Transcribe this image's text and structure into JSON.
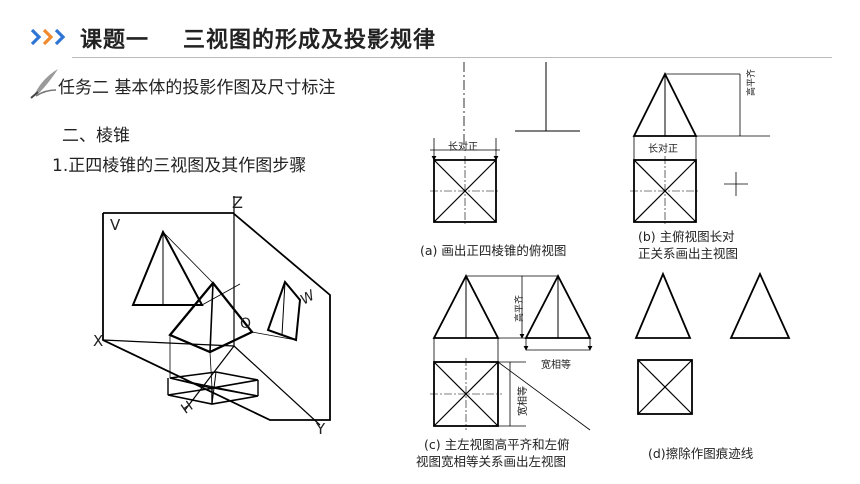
{
  "header": {
    "chevron_icon": "triple-chevron-icon",
    "lesson": "课题一",
    "title": "三视图的形成及投影规律",
    "accent": "#2e75d6"
  },
  "task": {
    "icon": "quill-pen-icon",
    "text": "任务二   基本体的投影作图及尺寸标注"
  },
  "section": "二、棱锥",
  "subsection": "1.正四棱锥的三视图及其作图步骤",
  "axis_figure": {
    "labels": {
      "v": "V",
      "z": "Z",
      "w": "W",
      "x": "X",
      "o": "O",
      "h": "H",
      "y": "Y"
    }
  },
  "steps": {
    "a": {
      "caption": "(a) 画出正四棱锥的俯视图",
      "dim": "长对正"
    },
    "b": {
      "caption_line1": "(b) 主俯视图长对",
      "caption_line2": "正关系画出主视图",
      "dim": "长对正",
      "side": "高平齐"
    },
    "c": {
      "caption_line1": "(c) 主左视图高平齐和左俯",
      "caption_line2": "视图宽相等关系画出左视图",
      "side": "高平齐",
      "width1": "宽相等",
      "width2": "宽相等"
    },
    "d": {
      "caption": "(d)擦除作图痕迹线"
    }
  }
}
